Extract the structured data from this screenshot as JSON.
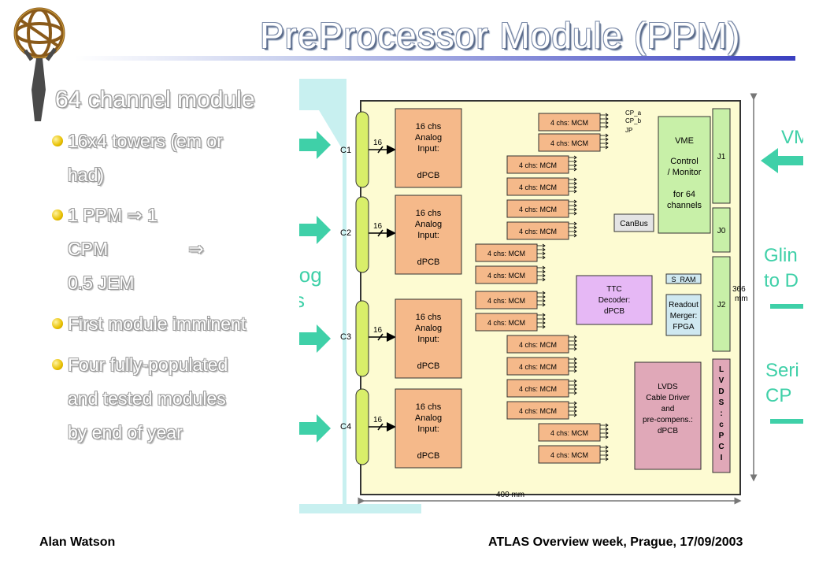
{
  "title": "PreProcessor Module (PPM)",
  "heading": "64 channel module",
  "bullets": [
    {
      "lines": [
        "16x4 towers (em or",
        "had)"
      ]
    },
    {
      "lines": [
        "1 PPM ⇒ 1",
        "CPM                ⇒",
        "0.5 JEM"
      ]
    },
    {
      "lines": [
        "First module imminent"
      ]
    },
    {
      "lines": [
        "Four fully-populated",
        "and tested modules",
        "by end of year"
      ]
    }
  ],
  "footer": {
    "left": "Alan Watson",
    "right": "ATLAS Overview week, Prague, 17/09/2003"
  },
  "diagram": {
    "connectors": [
      "C1",
      "C2",
      "C3",
      "C4"
    ],
    "bus_width": "16",
    "dpcb_label": [
      "16 chs",
      "Analog",
      "Input:",
      "dPCB"
    ],
    "mcm_label": "4 chs: MCM",
    "cp_outputs": [
      "CP_a",
      "CP_b",
      "JP"
    ],
    "vme_block": [
      "VME",
      "Control",
      "/ Monitor",
      "for 64",
      "channels"
    ],
    "canbus": "CanBus",
    "s_ram": "S_RAM",
    "ttc_block": [
      "TTC",
      "Decoder:",
      "dPCB"
    ],
    "readout_block": [
      "Readout",
      "Merger:",
      "FPGA"
    ],
    "lvds_block": [
      "LVDS",
      "Cable Driver",
      "and",
      "pre-compens.:",
      "dPCB"
    ],
    "backplane": [
      "J1",
      "J0",
      "J2"
    ],
    "backplane_lvds": [
      "L",
      "V",
      "D",
      "S",
      ":",
      "c",
      "P",
      "C",
      "I"
    ],
    "height_dim": [
      "366",
      "mm"
    ],
    "width_dim": "400 mm",
    "side_left": [
      "log",
      "s"
    ],
    "side_right": [
      "VM",
      "Glin",
      "to D",
      "Seri",
      "CP"
    ]
  },
  "colors": {
    "board": "#fdfbd2",
    "dpcb": "#f5b98a",
    "mcm": "#f5b98a",
    "vme": "#c8f0a8",
    "connector": "#d9ef6a",
    "ttc": "#e6b8f5",
    "readout": "#cfe8f0",
    "lvds": "#e0a8b8",
    "analog_band": "#c8f0f0",
    "teal_arrow": "#3fd0a8"
  },
  "icons": [
    "atlas-logo-icon",
    "bullet-icon"
  ]
}
